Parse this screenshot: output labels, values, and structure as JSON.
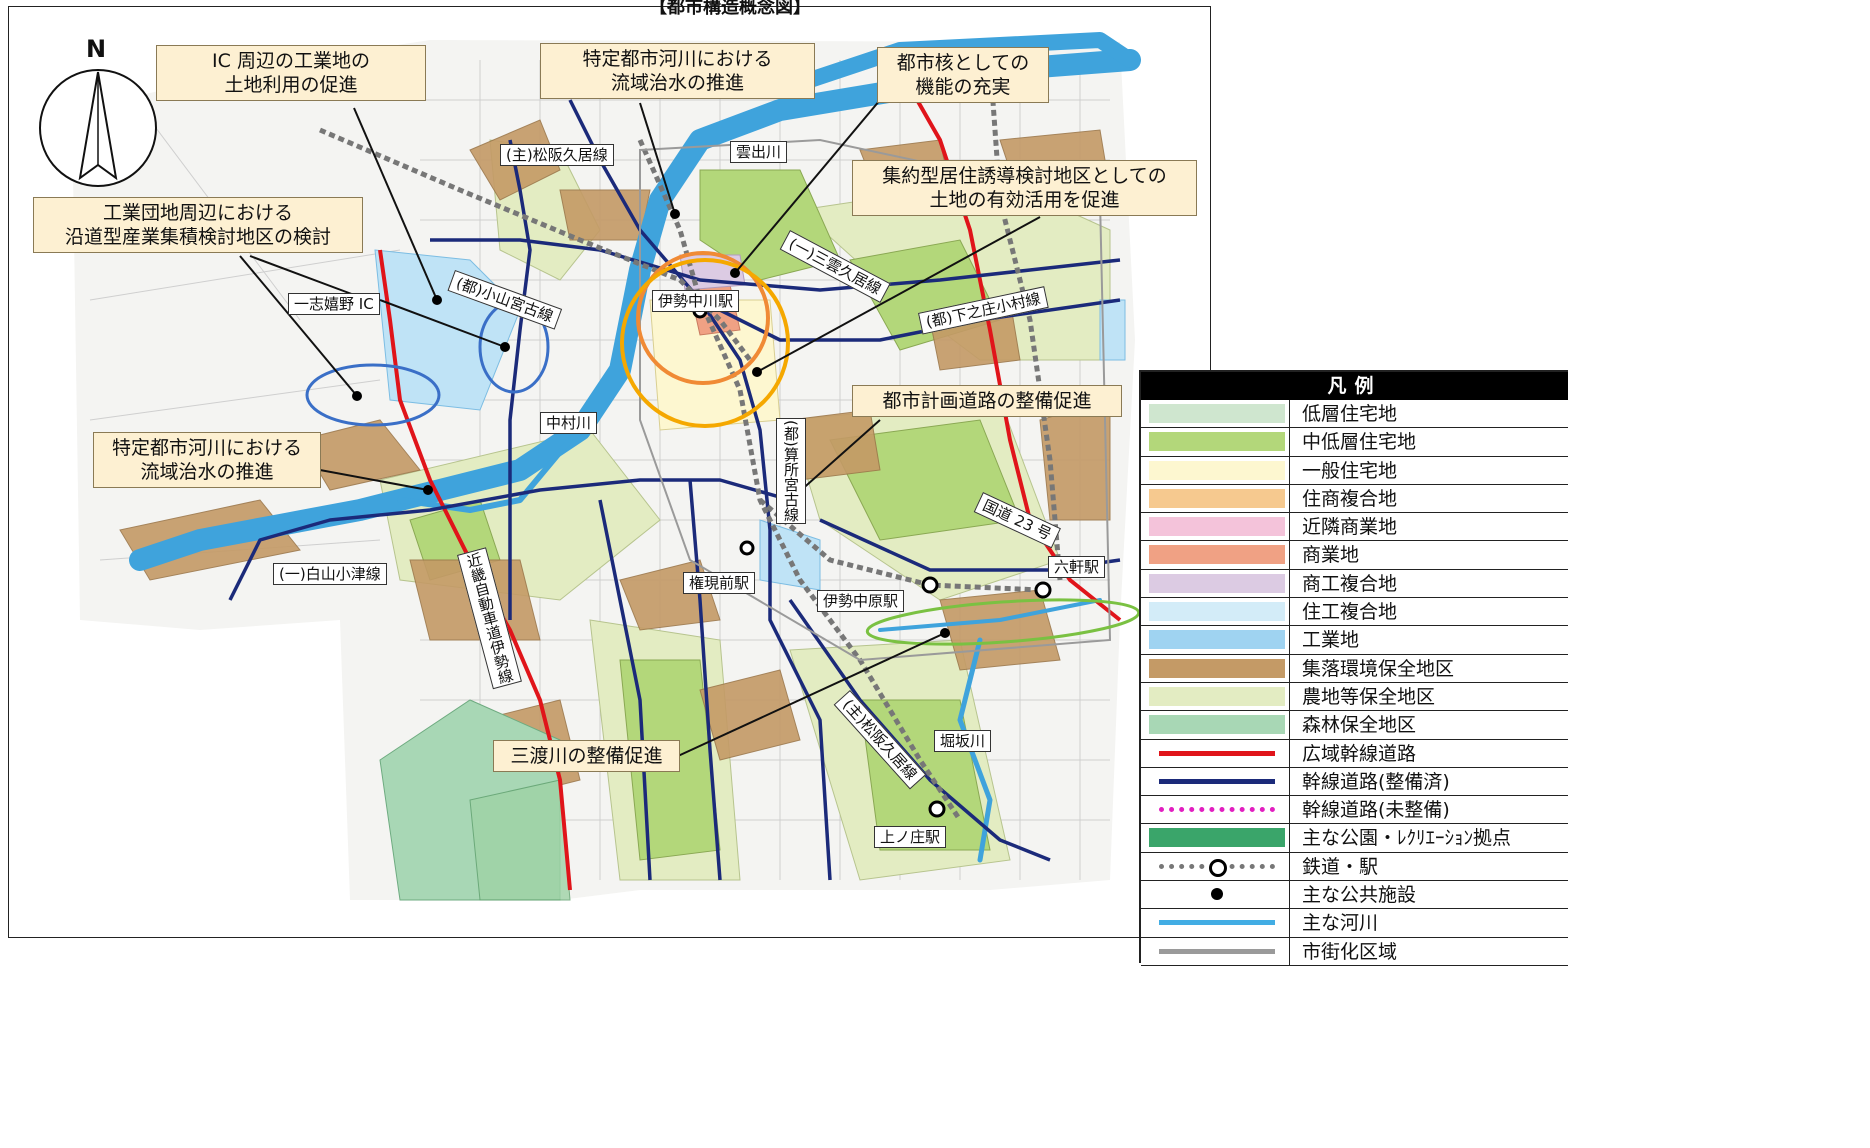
{
  "map_title": "【都市構造概念図】",
  "compass_label": "N",
  "callouts": {
    "ic_industrial": "IC 周辺の工業地の\n土地利用の促進",
    "river_flood_top": "特定都市河川における\n流域治水の推進",
    "city_core": "都市核としての\n機能の充実",
    "compact_living": "集約型居住誘導検討地区としての\n土地の有効活用を促進",
    "industrial_estate": "工業団地周辺における\n沿道型産業集積検討地区の検討",
    "river_flood_left": "特定都市河川における\n流域治水の推進",
    "planned_roads": "都市計画道路の整備促進",
    "miwatari_river": "三渡川の整備促進"
  },
  "road_labels": {
    "matsusaka_hisai_top": "(主)松阪久居線",
    "mikumo_hisai": "(一)三雲久居線",
    "koyama_miyako": "(都)小山宮古線",
    "shimonosho_omura": "(都)下之庄小村線",
    "sanshomiyako": "(都)算所宮古線",
    "national_23": "国道 23 号",
    "hakusan_ozu": "(一)白山小津線",
    "kinki_expressway": "近畿自動車道伊勢線",
    "matsusaka_hisai_bottom": "(主)松阪久居線",
    "ichishi_ureshino_ic": "一志嬉野 IC"
  },
  "river_labels": {
    "kumozu": "雲出川",
    "nakamura": "中村川",
    "horisaka": "堀坂川"
  },
  "station_labels": {
    "ise_nakagawa": "伊勢中川駅",
    "gongenmae": "権現前駅",
    "ise_nakahara": "伊勢中原駅",
    "rokken": "六軒駅",
    "kaminosho": "上ノ庄駅"
  },
  "legend": {
    "heading": "凡例",
    "items": [
      {
        "label": "低層住宅地",
        "kind": "fill",
        "color": "#cfe6cf"
      },
      {
        "label": "中低層住宅地",
        "kind": "fill",
        "color": "#b3d77a"
      },
      {
        "label": "一般住宅地",
        "kind": "fill",
        "color": "#fdf7d0"
      },
      {
        "label": "住商複合地",
        "kind": "fill",
        "color": "#f6c98f"
      },
      {
        "label": "近隣商業地",
        "kind": "fill",
        "color": "#f4c3da"
      },
      {
        "label": "商業地",
        "kind": "fill",
        "color": "#f0a184"
      },
      {
        "label": "商工複合地",
        "kind": "fill",
        "color": "#dccbe3"
      },
      {
        "label": "住工複合地",
        "kind": "fill",
        "color": "#d3ecf8"
      },
      {
        "label": "工業地",
        "kind": "fill",
        "color": "#9fd3f1"
      },
      {
        "label": "集落環境保全地区",
        "kind": "fill",
        "color": "#c49a66"
      },
      {
        "label": "農地等保全地区",
        "kind": "fill",
        "color": "#e3ecc2"
      },
      {
        "label": "森林保全地区",
        "kind": "fill",
        "color": "#a8d7b5"
      },
      {
        "label": "広域幹線道路",
        "kind": "line",
        "color": "#e0141a"
      },
      {
        "label": "幹線道路(整備済)",
        "kind": "line",
        "color": "#1b2a7a"
      },
      {
        "label": "幹線道路(未整備)",
        "kind": "dash",
        "color": "#e21fc0"
      },
      {
        "label": "主な公園・ﾚｸﾘｴｰｼｮﾝ拠点",
        "kind": "fill",
        "color": "#3aa56a"
      },
      {
        "label": "鉄道・駅",
        "kind": "rail",
        "color": "#777777"
      },
      {
        "label": "主な公共施設",
        "kind": "dot",
        "color": "#000000"
      },
      {
        "label": "主な河川",
        "kind": "line",
        "color": "#42ade4"
      },
      {
        "label": "市街化区域",
        "kind": "line",
        "color": "#9a9a9a"
      }
    ]
  },
  "colors": {
    "river": "#3fa3dc",
    "expressway": "#e0141a",
    "arterial": "#1b2a7a",
    "village": "#c49a66",
    "farmland": "#e3ecc2",
    "mid_low_res": "#b3d77a",
    "circle_orange": "#f08a35",
    "circle_yellow": "#f5a800",
    "circle_blue": "#3a6fc7",
    "circle_green": "#7ac142"
  }
}
